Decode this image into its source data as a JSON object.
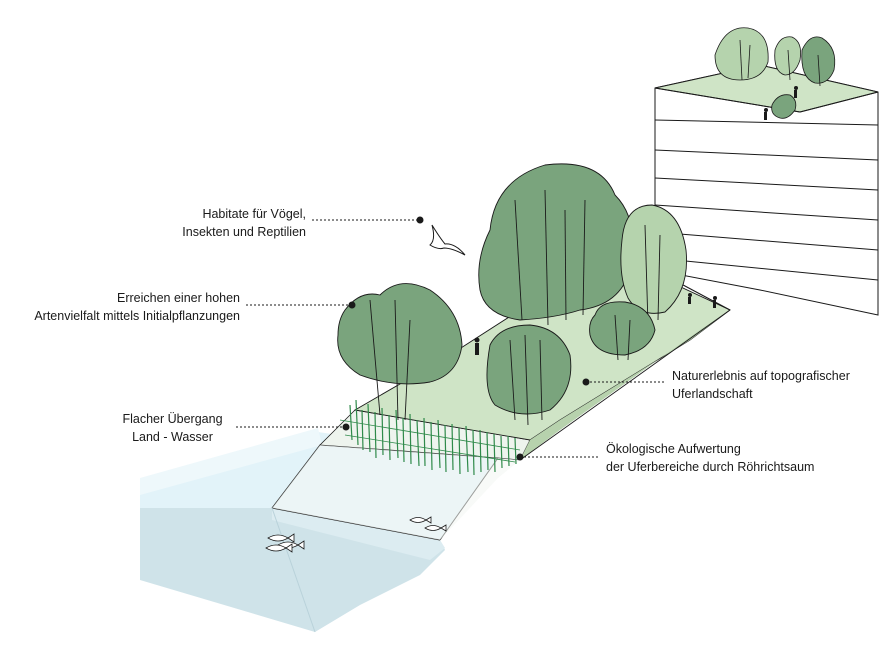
{
  "annotations": {
    "habitat": [
      "Habitate für Vögel,",
      "Insekten und Reptilien"
    ],
    "diversity": [
      "Erreichen einer hohen",
      "Artenvielfalt mittels Initialpflanzungen"
    ],
    "transition": [
      "Flacher Übergang",
      "Land - Wasser"
    ],
    "nature": [
      "Naturerlebnis auf topografischer",
      "Uferlandschaft"
    ],
    "reed": [
      "Ökologische Aufwertung",
      "der Uferbereiche durch Röhrichtsaum"
    ]
  },
  "colors": {
    "tree_dark": "#7aa47d",
    "tree_light": "#b5d3ad",
    "ground": "#cfe4c6",
    "water_top": "#e2f3f9",
    "water_side": "#cfe3e9",
    "reed": "#2f8a4a",
    "line": "#1a1a1a"
  },
  "icons": [
    "bird-icon",
    "fish-icon",
    "person-icon",
    "tree-icon",
    "building-icon"
  ]
}
